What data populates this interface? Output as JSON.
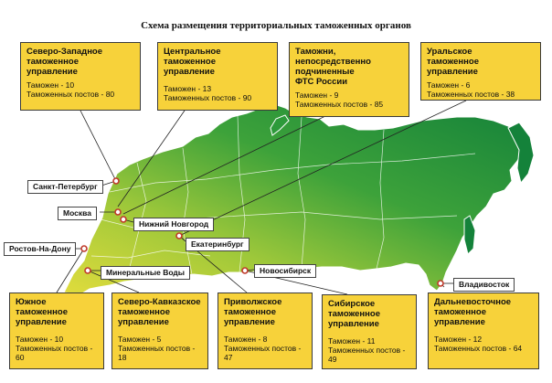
{
  "title": "Схема размещения территориальных таможенных органов",
  "colors": {
    "box_fill": "#f7d23a",
    "map_dark": "#1e8a36",
    "map_light": "#d9d83a"
  },
  "boxes": {
    "nw": {
      "name": [
        "Северо-Западное",
        "таможенное",
        "управление"
      ],
      "customs": "Таможен - 10",
      "posts": "Таможенных постов - 80"
    },
    "cen": {
      "name": [
        "Центральное",
        "таможенное",
        "управление"
      ],
      "customs": "Таможен - 13",
      "posts": "Таможенных постов - 90"
    },
    "fts": {
      "name": [
        "Таможни,",
        "непосредственно",
        "подчиненные",
        "ФТС России"
      ],
      "customs": "Таможен - 9",
      "posts": "Таможенных постов - 85"
    },
    "ural": {
      "name": [
        "Уральское",
        "таможенное",
        "управление"
      ],
      "customs": "Таможен - 6",
      "posts": "Таможенных постов - 38"
    },
    "south": {
      "name": [
        "Южное",
        "таможенное",
        "управление"
      ],
      "customs": "Таможен - 10",
      "posts": "Таможенных постов - 60"
    },
    "nc": {
      "name": [
        "Северо-Кавказское",
        "таможенное",
        "управление"
      ],
      "customs": "Таможен - 5",
      "posts": "Таможенных постов - 18"
    },
    "volga": {
      "name": [
        "Приволжское",
        "таможенное",
        "управление"
      ],
      "customs": "Таможен - 8",
      "posts": "Таможенных постов - 47"
    },
    "sib": {
      "name": [
        "Сибирское",
        "таможенное",
        "управление"
      ],
      "customs": "Таможен - 11",
      "posts": "Таможенных постов - 49"
    },
    "fe": {
      "name": [
        "Дальневосточное",
        "таможенное",
        "управление"
      ],
      "customs": "Таможен - 12",
      "posts": "Таможенных постов - 64"
    }
  },
  "cities": {
    "spb": "Санкт-Петербург",
    "msk": "Москва",
    "nn": "Нижний Новгород",
    "ekb": "Екатеринбург",
    "rnd": "Ростов-На-Дону",
    "nsk": "Новосибирск",
    "mv": "Минеральные Воды",
    "vvo": "Владивосток"
  }
}
